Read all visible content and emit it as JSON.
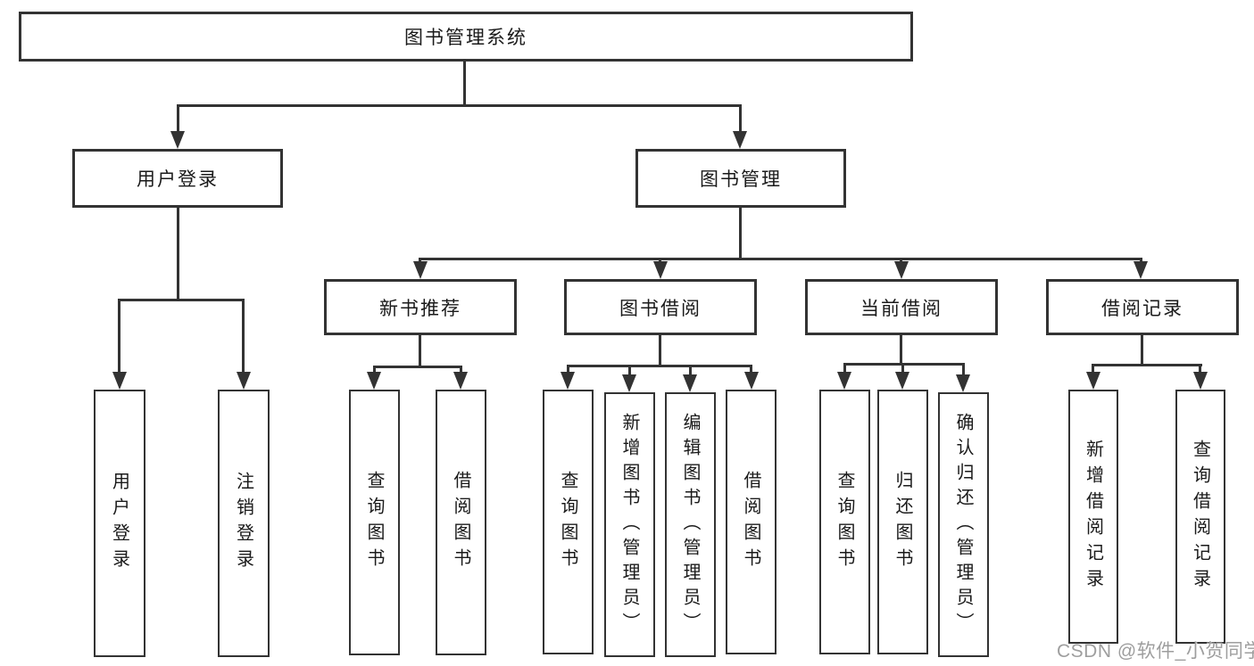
{
  "root": {
    "label": "图书管理系统"
  },
  "branches": [
    {
      "label": "用户登录",
      "children": [
        {
          "label": "用户登录"
        },
        {
          "label": "注销登录"
        }
      ]
    },
    {
      "label": "图书管理",
      "children": [
        {
          "label": "新书推荐",
          "children": [
            {
              "label": "查询图书"
            },
            {
              "label": "借阅图书"
            }
          ]
        },
        {
          "label": "图书借阅",
          "children": [
            {
              "label": "查询图书"
            },
            {
              "label": "新增图书（管理员）"
            },
            {
              "label": "编辑图书（管理员）"
            },
            {
              "label": "借阅图书"
            }
          ]
        },
        {
          "label": "当前借阅",
          "children": [
            {
              "label": "查询图书"
            },
            {
              "label": "归还图书"
            },
            {
              "label": "确认归还（管理员）"
            }
          ]
        },
        {
          "label": "借阅记录",
          "children": [
            {
              "label": "新增借阅记录"
            },
            {
              "label": "查询借阅记录"
            }
          ]
        }
      ]
    }
  ],
  "watermark": {
    "text": "CSDN @软件_小贺同学"
  },
  "colors": {
    "line": "#333333",
    "box_border": "#333333",
    "box_fill": "#ffffff",
    "text": "#1a1a1a",
    "watermark": "#9e9e9e",
    "background": "#ffffff"
  }
}
